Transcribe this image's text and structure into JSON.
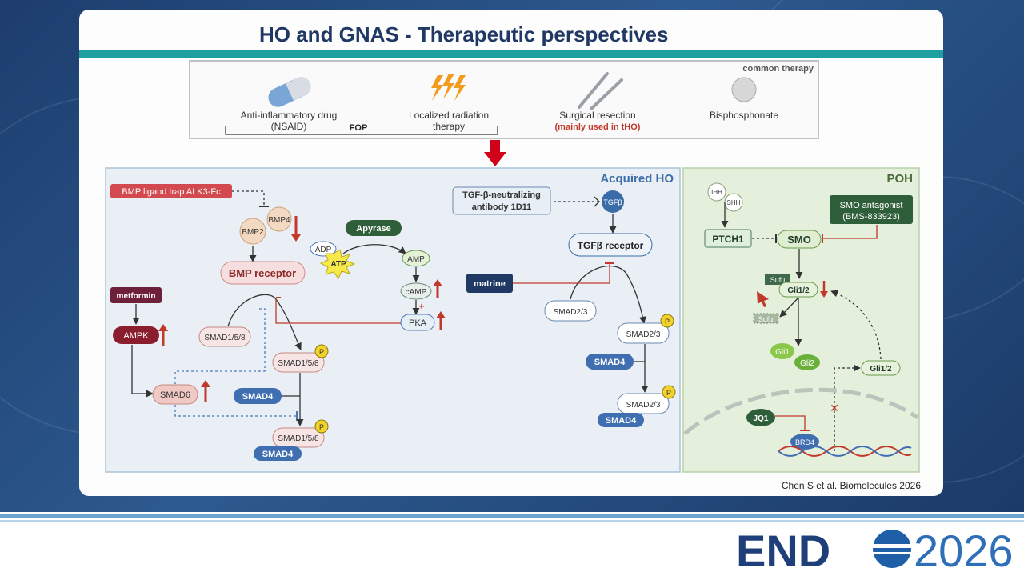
{
  "slide": {
    "title": "HO and GNAS - Therapeutic perspectives",
    "citation": "Chen S et al. Biomolecules 2026"
  },
  "therapy_box": {
    "header": "common therapy",
    "items": [
      {
        "line1": "Anti-inflammatory drug",
        "line2": "(NSAID)",
        "icon": "pill-capsule-icon"
      },
      {
        "line1": "Localized radiation",
        "line2": "therapy",
        "icon": "lightning-icon"
      },
      {
        "line1": "Surgical resection",
        "line2": "(mainly used in tHO)",
        "icon": "scalpel-icon"
      },
      {
        "line1": "Bisphosphonate",
        "line2": "",
        "icon": "tablet-icon"
      }
    ],
    "fop_label": "FOP"
  },
  "acquired": {
    "title": "Acquired HO",
    "bmp_trap": "BMP ligand trap ALK3-Fc",
    "bmp2": "BMP2",
    "bmp4": "BMP4",
    "bmp_receptor": "BMP receptor",
    "metformin": "metformin",
    "ampk": "AMPK",
    "smad6": "SMAD6",
    "smad158_a": "SMAD1/5/8",
    "smad158_b": "SMAD1/5/8",
    "smad158_c": "SMAD1/5/8",
    "smad4_a": "SMAD4",
    "smad4_b": "SMAD4",
    "apyrase": "Apyrase",
    "adp": "ADP",
    "atp": "ATP",
    "amp": "AMP",
    "camp": "cAMP",
    "pka": "PKA",
    "tgfb_ab_line1": "TGF-β-neutralizing",
    "tgfb_ab_line2": "antibody 1D11",
    "tgfb": "TGFβ",
    "tgfb_receptor": "TGFβ receptor",
    "matrine": "matrine",
    "smad23_a": "SMAD2/3",
    "smad23_b": "SMAD2/3",
    "smad23_c": "SMAD2/3",
    "smad4_c": "SMAD4",
    "smad4_d": "SMAD4",
    "phospho": "P",
    "plus": "+"
  },
  "poh": {
    "title": "POH",
    "ihh": "IHH",
    "shh": "SHH",
    "ptch1": "PTCH1",
    "smo": "SMO",
    "smo_antagonist_line1": "SMO antagonist",
    "smo_antagonist_line2": "(BMS-833923)",
    "sufu_a": "Sufu",
    "sufu_b": "Sufu",
    "gli12_a": "Gli1/2",
    "gli1": "Gli1",
    "gli2": "Gli2",
    "gli12_b": "Gli1/2",
    "jq1": "JQ1",
    "brd4": "BRD4"
  },
  "colors": {
    "title": "#1f3864",
    "accent_bar": "#1fa0a0",
    "inhibitor_red": "#c0392b",
    "smad4_blue": "#3f6fb0",
    "acquired_panel": "#e9eff5",
    "poh_panel": "#e4efdc"
  }
}
